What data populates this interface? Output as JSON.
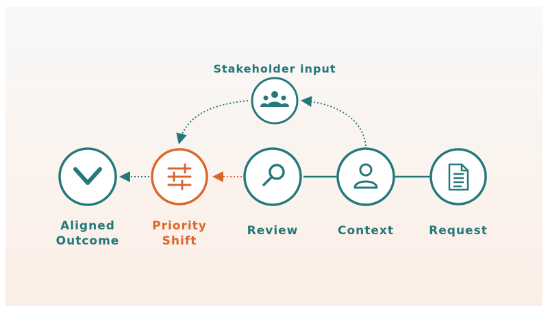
{
  "diagram": {
    "stakeholder_label": "Stakeholder input",
    "nodes": [
      {
        "id": "request",
        "label": "Request",
        "icon": "document-icon"
      },
      {
        "id": "context",
        "label": "Context",
        "icon": "person-icon"
      },
      {
        "id": "review",
        "label": "Review",
        "icon": "magnifier-icon"
      },
      {
        "id": "priority",
        "label_line1": "Priority",
        "label_line2": "Shift",
        "icon": "sliders-icon"
      },
      {
        "id": "aligned",
        "label_line1": "Aligned",
        "label_line2": "Outcome",
        "icon": "check-icon"
      }
    ],
    "stakeholder_icon": "group-icon",
    "colors": {
      "teal": "#24787a",
      "orange": "#d9662b",
      "background": "#f7f4f2"
    }
  }
}
